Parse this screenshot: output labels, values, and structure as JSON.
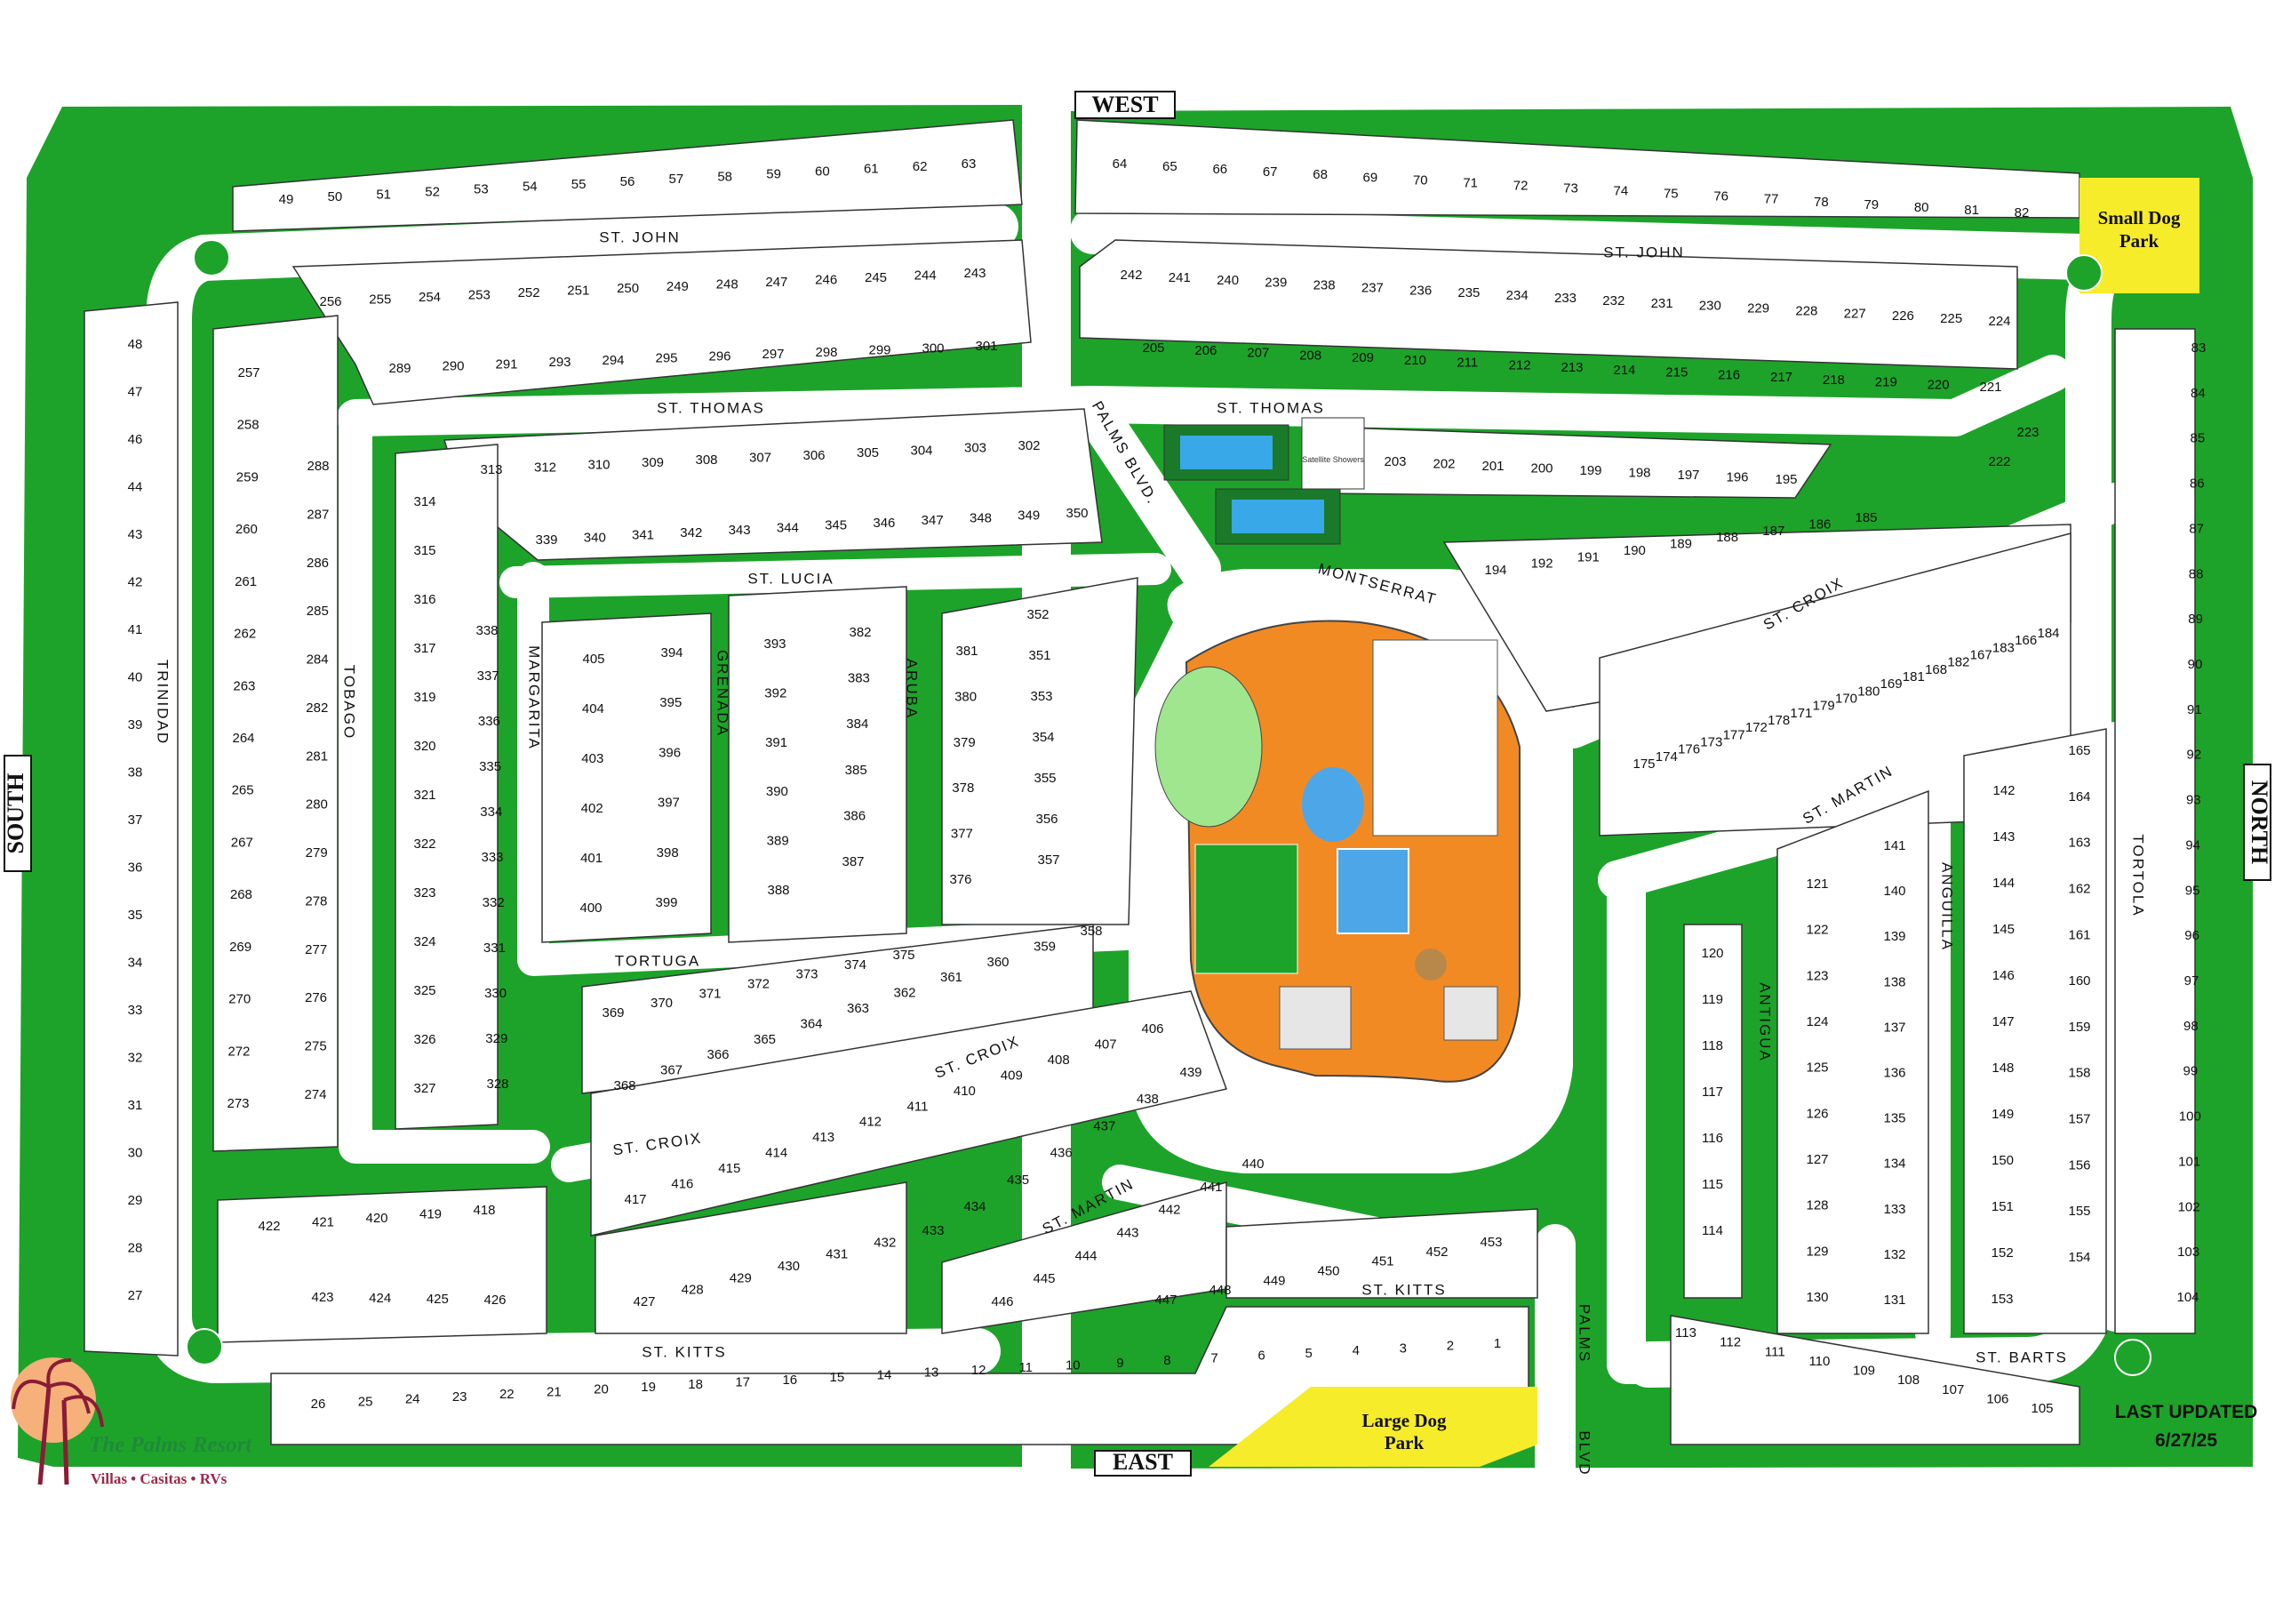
{
  "compass": {
    "west": "WEST",
    "east": "EAST",
    "north": "NORTH",
    "south": "SOUTH"
  },
  "parks": {
    "small_dog": [
      "Small Dog",
      "Park"
    ],
    "large_dog": [
      "Large Dog",
      "Park"
    ]
  },
  "updated": [
    "LAST UPDATED",
    "6/27/25"
  ],
  "logo": {
    "title": "The Palms Resort",
    "subtitle": "Villas • Casitas • RVs"
  },
  "amenity_label": "Satellite Showers",
  "streets": {
    "st_john_w": "ST.     JOHN",
    "st_john_e": "ST.     JOHN",
    "st_thomas_w": "ST.     THOMAS",
    "st_thomas_e": "ST.     THOMAS",
    "st_lucia": "ST.     LUCIA",
    "montserrat": "MONTSERRAT",
    "st_croix_e": "ST.     CROIX",
    "st_croix_w": "ST.     CROIX",
    "st_croix_m": "ST.     CROIX",
    "st_martin_e": "ST.     MARTIN",
    "st_martin_w": "ST.     MARTIN",
    "st_kitts_w": "ST.     KITTS",
    "st_kitts_e": "ST.     KITTS",
    "st_barts": "ST.     BARTS",
    "tortuga": "TORTUGA",
    "trinidad": "TRINIDAD",
    "tobago": "TOBAGO",
    "margarita": "MARGARITA",
    "grenada": "GRENADA",
    "aruba": "ARUBA",
    "antigua": "ANTIGUA",
    "anguilla": "ANGUILLA",
    "tortola": "TORTOLA",
    "palms_blvd_n": "PALMS     BLVD.",
    "palms_blvd_s1": "PALMS",
    "palms_blvd_s2": "BLVD"
  },
  "lots": {
    "row_49_63": [
      "49",
      "50",
      "51",
      "52",
      "53",
      "54",
      "55",
      "56",
      "57",
      "58",
      "59",
      "60",
      "61",
      "62",
      "63"
    ],
    "row_64_82": [
      "64",
      "65",
      "66",
      "67",
      "68",
      "69",
      "70",
      "71",
      "72",
      "73",
      "74",
      "75",
      "76",
      "77",
      "78",
      "79",
      "80",
      "81",
      "82"
    ],
    "row_256_243": [
      "256",
      "255",
      "254",
      "253",
      "252",
      "251",
      "250",
      "249",
      "248",
      "247",
      "246",
      "245",
      "244",
      "243"
    ],
    "row_289_301": [
      "289",
      "290",
      "291",
      "293",
      "294",
      "295",
      "296",
      "297",
      "298",
      "299",
      "300",
      "301"
    ],
    "row_242_224": [
      "242",
      "241",
      "240",
      "239",
      "238",
      "237",
      "236",
      "235",
      "234",
      "233",
      "232",
      "231",
      "230",
      "229",
      "228",
      "227",
      "226",
      "225",
      "224"
    ],
    "row_205_221": [
      "205",
      "206",
      "207",
      "208",
      "209",
      "210",
      "211",
      "212",
      "213",
      "214",
      "215",
      "216",
      "217",
      "218",
      "219",
      "220",
      "221"
    ],
    "row_313_302": [
      "313",
      "312",
      "310",
      "309",
      "308",
      "307",
      "306",
      "305",
      "304",
      "303",
      "302"
    ],
    "row_339_350": [
      "339",
      "340",
      "341",
      "342",
      "343",
      "344",
      "345",
      "346",
      "347",
      "348",
      "349",
      "350"
    ],
    "row_203_195": [
      "203",
      "202",
      "201",
      "200",
      "199",
      "198",
      "197",
      "196",
      "195"
    ],
    "col_48_27": [
      "48",
      "47",
      "46",
      "44",
      "43",
      "42",
      "41",
      "40",
      "39",
      "38",
      "37",
      "36",
      "35",
      "34",
      "33",
      "32",
      "31",
      "30",
      "29",
      "28",
      "27"
    ],
    "col_257_273": [
      "257",
      "258",
      "259",
      "260",
      "261",
      "262",
      "263",
      "264",
      "265",
      "267",
      "268",
      "269",
      "270",
      "272",
      "273"
    ],
    "col_288_274": [
      "288",
      "287",
      "286",
      "285",
      "284",
      "282",
      "281",
      "280",
      "279",
      "278",
      "277",
      "276",
      "275",
      "274"
    ],
    "col_314_327": [
      "314",
      "315",
      "316",
      "317",
      "319",
      "320",
      "321",
      "322",
      "323",
      "324",
      "325",
      "326",
      "327"
    ],
    "col_338_328": [
      "338",
      "337",
      "336",
      "335",
      "334",
      "333",
      "332",
      "331",
      "330",
      "329",
      "328"
    ],
    "col_405_400": [
      "405",
      "404",
      "403",
      "402",
      "401",
      "400"
    ],
    "col_394_399": [
      "394",
      "395",
      "396",
      "397",
      "398",
      "399"
    ],
    "col_393_388": [
      "393",
      "392",
      "391",
      "390",
      "389",
      "388"
    ],
    "col_382_387": [
      "382",
      "383",
      "384",
      "385",
      "386",
      "387"
    ],
    "col_381_376": [
      "381",
      "380",
      "379",
      "378",
      "377",
      "376"
    ],
    "col_352_357": [
      "352",
      "351",
      "353",
      "354",
      "355",
      "356",
      "357"
    ],
    "row_369_375": [
      "369",
      "370",
      "371",
      "372",
      "373",
      "374",
      "375"
    ],
    "row_368_358": [
      "368",
      "367",
      "366",
      "365",
      "364",
      "363",
      "362",
      "361",
      "360",
      "359",
      "358"
    ],
    "row_417_406": [
      "417",
      "416",
      "415",
      "414",
      "413",
      "412",
      "411",
      "410",
      "409",
      "408",
      "407",
      "406"
    ],
    "row_434_439": [
      "434",
      "435",
      "436",
      "437",
      "438",
      "439"
    ],
    "row_422_418": [
      "422",
      "421",
      "420",
      "419",
      "418"
    ],
    "row_423_426": [
      "423",
      "424",
      "425",
      "426"
    ],
    "row_427_433": [
      "427",
      "428",
      "429",
      "430",
      "431",
      "432",
      "433"
    ],
    "row_446_440": [
      "446",
      "445",
      "444",
      "443",
      "442",
      "441",
      "440"
    ],
    "row_447_453": [
      "447",
      "448",
      "449",
      "450",
      "451",
      "452",
      "453"
    ],
    "row_26_1": [
      "26",
      "25",
      "24",
      "23",
      "22",
      "21",
      "20",
      "19",
      "18",
      "17",
      "16",
      "15",
      "14",
      "13",
      "12",
      "11",
      "10",
      "9",
      "8",
      "7",
      "6",
      "5",
      "4",
      "3",
      "2",
      "1"
    ],
    "row_194_185": [
      "194",
      "192",
      "191",
      "190",
      "189",
      "188",
      "187",
      "186",
      "185"
    ],
    "row_175_166": [
      "175",
      "174",
      "176",
      "173",
      "177",
      "172",
      "178",
      "171",
      "179",
      "170",
      "180",
      "169",
      "181",
      "168",
      "182",
      "167",
      "183",
      "166",
      "184"
    ],
    "col_120_114": [
      "120",
      "119",
      "118",
      "117",
      "116",
      "115",
      "114"
    ],
    "col_121_130": [
      "121",
      "122",
      "123",
      "124",
      "125",
      "126",
      "127",
      "128",
      "129",
      "130"
    ],
    "col_141_131": [
      "141",
      "140",
      "139",
      "138",
      "137",
      "136",
      "135",
      "134",
      "133",
      "132",
      "131"
    ],
    "col_142_153": [
      "142",
      "143",
      "144",
      "145",
      "146",
      "147",
      "148",
      "149",
      "150",
      "151",
      "152",
      "153"
    ],
    "col_165_154": [
      "165",
      "164",
      "163",
      "162",
      "161",
      "160",
      "159",
      "158",
      "157",
      "156",
      "155",
      "154"
    ],
    "col_83_104": [
      "83",
      "84",
      "85",
      "86",
      "87",
      "88",
      "89",
      "90",
      "91",
      "92",
      "93",
      "94",
      "95",
      "96",
      "97",
      "98",
      "99",
      "100",
      "101",
      "102",
      "103",
      "104"
    ],
    "row_113_105": [
      "113",
      "112",
      "111",
      "110",
      "109",
      "108",
      "107",
      "106",
      "105"
    ],
    "row_223_222": [
      "223",
      "222"
    ]
  }
}
